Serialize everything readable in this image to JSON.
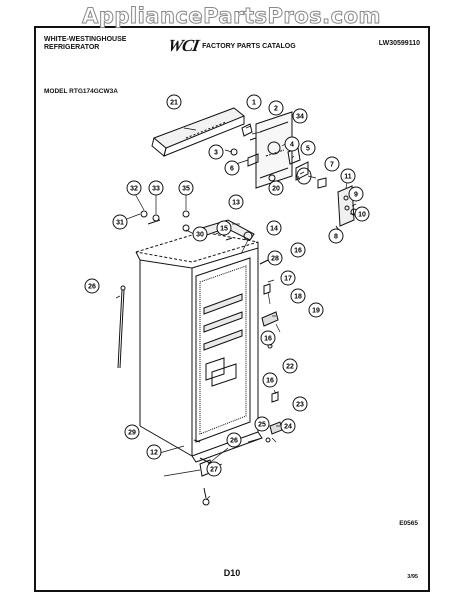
{
  "watermark": "AppliancePartsPros.com",
  "header": {
    "brand_line1": "WHITE-WESTINGHOUSE",
    "brand_line2": "REFRIGERATOR",
    "logo": "WCI",
    "catalog_title": "FACTORY PARTS CATALOG",
    "doc_number": "LW30599110"
  },
  "model_label": "MODEL RTG174GCW3A",
  "callouts": [
    {
      "n": "1"
    },
    {
      "n": "2"
    },
    {
      "n": "3"
    },
    {
      "n": "4"
    },
    {
      "n": "5"
    },
    {
      "n": "6"
    },
    {
      "n": "7"
    },
    {
      "n": "8"
    },
    {
      "n": "9"
    },
    {
      "n": "10"
    },
    {
      "n": "11"
    },
    {
      "n": "12"
    },
    {
      "n": "13"
    },
    {
      "n": "14"
    },
    {
      "n": "15"
    },
    {
      "n": "16"
    },
    {
      "n": "16"
    },
    {
      "n": "16"
    },
    {
      "n": "17"
    },
    {
      "n": "18"
    },
    {
      "n": "19"
    },
    {
      "n": "20"
    },
    {
      "n": "21"
    },
    {
      "n": "22"
    },
    {
      "n": "23"
    },
    {
      "n": "24"
    },
    {
      "n": "25"
    },
    {
      "n": "26"
    },
    {
      "n": "26"
    },
    {
      "n": "27"
    },
    {
      "n": "28"
    },
    {
      "n": "29"
    },
    {
      "n": "30"
    },
    {
      "n": "31"
    },
    {
      "n": "32"
    },
    {
      "n": "33"
    },
    {
      "n": "34"
    },
    {
      "n": "35"
    }
  ],
  "footer": {
    "drawing_number": "E0565",
    "page_id": "D10",
    "date": "3/95"
  }
}
